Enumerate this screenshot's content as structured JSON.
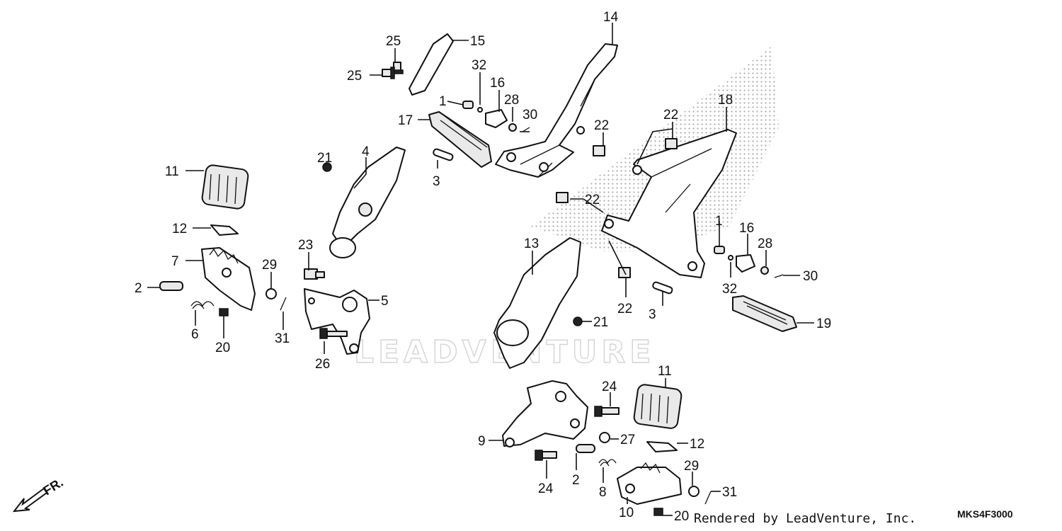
{
  "callouts": [
    {
      "id": "c14",
      "text": "14"
    },
    {
      "id": "c15",
      "text": "15"
    },
    {
      "id": "c25a",
      "text": "25"
    },
    {
      "id": "c25b",
      "text": "25"
    },
    {
      "id": "c32a",
      "text": "32"
    },
    {
      "id": "c16a",
      "text": "16"
    },
    {
      "id": "c1a",
      "text": "1"
    },
    {
      "id": "c28a",
      "text": "28"
    },
    {
      "id": "c30a",
      "text": "30"
    },
    {
      "id": "c17",
      "text": "17"
    },
    {
      "id": "c22a",
      "text": "22"
    },
    {
      "id": "c22b",
      "text": "22"
    },
    {
      "id": "c18",
      "text": "18"
    },
    {
      "id": "c3a",
      "text": "3"
    },
    {
      "id": "c21a",
      "text": "21"
    },
    {
      "id": "c4",
      "text": "4"
    },
    {
      "id": "c11a",
      "text": "11"
    },
    {
      "id": "c12a",
      "text": "12"
    },
    {
      "id": "c22c",
      "text": "22"
    },
    {
      "id": "c1b",
      "text": "1"
    },
    {
      "id": "c16b",
      "text": "16"
    },
    {
      "id": "c28b",
      "text": "28"
    },
    {
      "id": "c13",
      "text": "13"
    },
    {
      "id": "c7",
      "text": "7"
    },
    {
      "id": "c23",
      "text": "23"
    },
    {
      "id": "c29a",
      "text": "29"
    },
    {
      "id": "c32b",
      "text": "32"
    },
    {
      "id": "c30b",
      "text": "30"
    },
    {
      "id": "c2a",
      "text": "2"
    },
    {
      "id": "c5",
      "text": "5"
    },
    {
      "id": "c22d",
      "text": "22"
    },
    {
      "id": "c3b",
      "text": "3"
    },
    {
      "id": "c19",
      "text": "19"
    },
    {
      "id": "c6",
      "text": "6"
    },
    {
      "id": "c20a",
      "text": "20"
    },
    {
      "id": "c31a",
      "text": "31"
    },
    {
      "id": "c21b",
      "text": "21"
    },
    {
      "id": "c26",
      "text": "26"
    },
    {
      "id": "c11b",
      "text": "11"
    },
    {
      "id": "c24a",
      "text": "24"
    },
    {
      "id": "c9",
      "text": "9"
    },
    {
      "id": "c27",
      "text": "27"
    },
    {
      "id": "c12b",
      "text": "12"
    },
    {
      "id": "c2b",
      "text": "2"
    },
    {
      "id": "c29b",
      "text": "29"
    },
    {
      "id": "c24b",
      "text": "24"
    },
    {
      "id": "c8",
      "text": "8"
    },
    {
      "id": "c31b",
      "text": "31"
    },
    {
      "id": "c10",
      "text": "10"
    },
    {
      "id": "c20b",
      "text": "20"
    }
  ],
  "watermark": "LEADVENTURE",
  "direction_label": "FR.",
  "footer_text": "Rendered by LeadVenture, Inc.",
  "diagram_code": "MKS4F3000"
}
